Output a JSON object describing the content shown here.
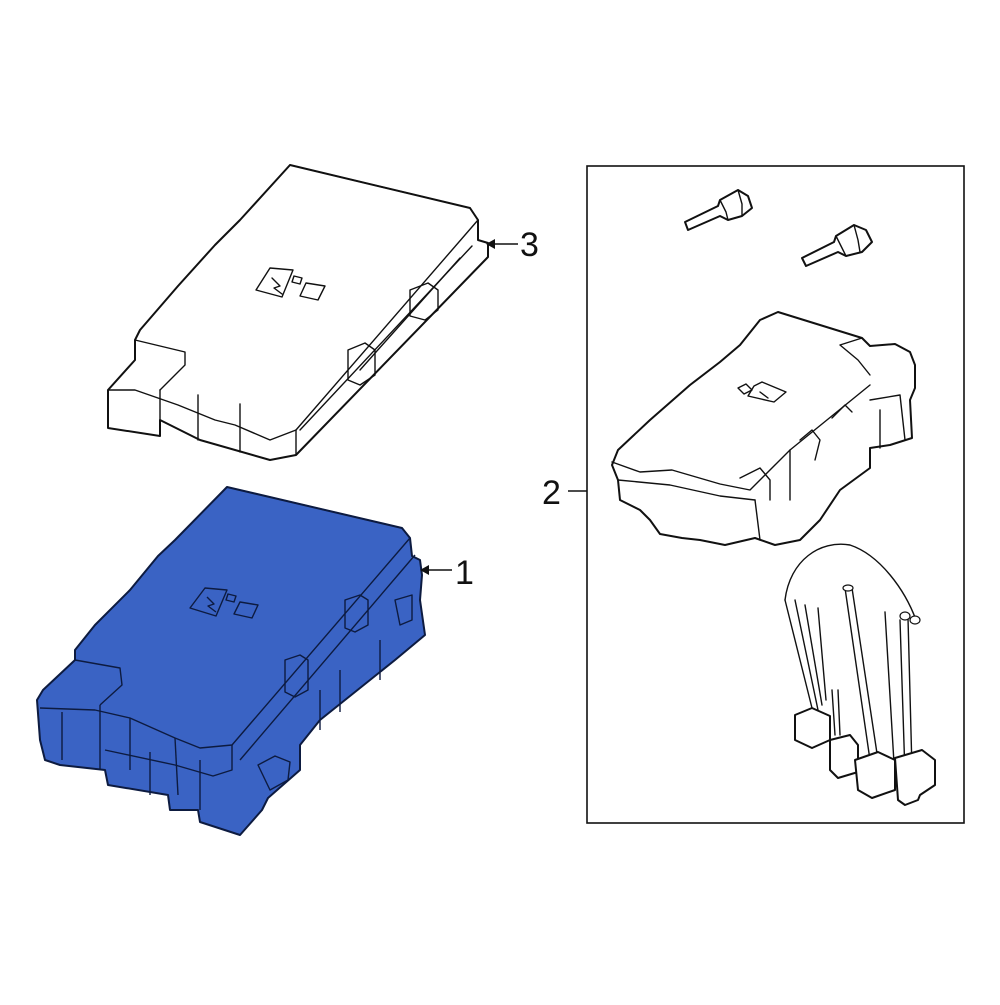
{
  "diagram": {
    "type": "exploded parts diagram",
    "highlight_color": "#3A63C4",
    "outline_color": "#111111",
    "background": "#ffffff"
  },
  "callouts": [
    {
      "id": "1",
      "label": "1",
      "part": "fuse-relay-box-highlighted",
      "highlighted": true
    },
    {
      "id": "2",
      "label": "2",
      "part": "fuse-box-assembly-kit"
    },
    {
      "id": "3",
      "label": "3",
      "part": "fuse-box-cover"
    }
  ],
  "kit_box": {
    "contents": [
      "terminal-pin",
      "terminal-pin",
      "fuse-box-housing",
      "wiring-harness-connector"
    ]
  }
}
